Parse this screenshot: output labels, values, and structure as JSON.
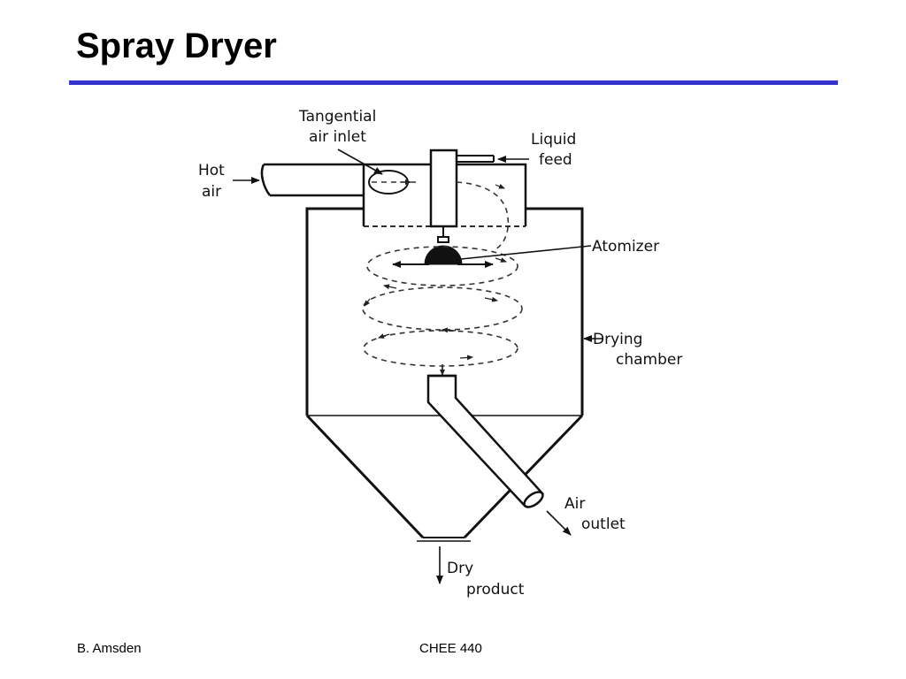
{
  "slide": {
    "title": "Spray Dryer",
    "accent_color": "#3333cc"
  },
  "diagram": {
    "labels": {
      "tangential_line1": "Tangential",
      "tangential_line2": "air inlet",
      "liquid_line1": "Liquid",
      "liquid_line2": "feed",
      "hot_line1": "Hot",
      "hot_line2": "air",
      "atomizer": "Atomizer",
      "drying_line1": "Drying",
      "drying_line2": "chamber",
      "air_outlet_line1": "Air",
      "air_outlet_line2": "outlet",
      "dry_product_line1": "Dry",
      "dry_product_line2": "product"
    }
  },
  "footer": {
    "author": "B. Amsden",
    "course": "CHEE 440"
  }
}
